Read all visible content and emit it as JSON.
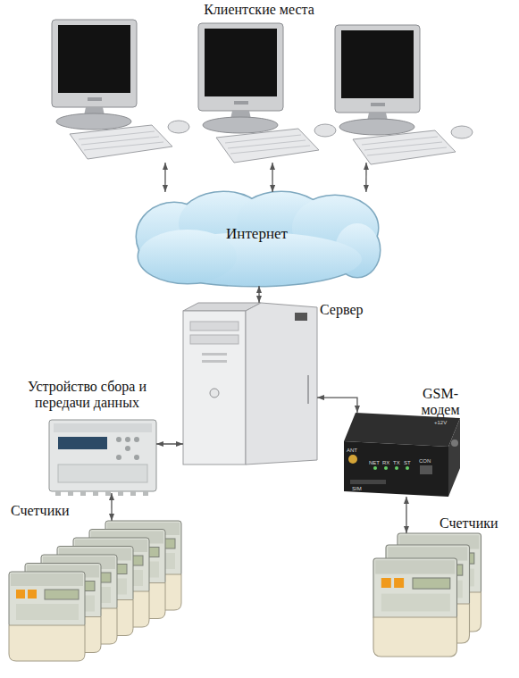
{
  "diagram": {
    "nodes": [
      {
        "text": [
          "Клиентские места"
        ]
      },
      {
        "text": [
          "Интернет"
        ]
      },
      {
        "text": [
          "Сервер"
        ]
      },
      {
        "text": [
          "Устройство сбора и передачи данных"
        ]
      },
      {
        "text": [
          "GSM-модем"
        ]
      },
      {
        "text": [
          "Счетчики"
        ]
      },
      {
        "text": [
          "Счетчики"
        ]
      }
    ],
    "edges": [
      {
        "from": 0,
        "to": 1,
        "arrow": "both"
      },
      {
        "from": 0,
        "to": 1,
        "arrow": "both"
      },
      {
        "from": 0,
        "to": 1,
        "arrow": "both"
      },
      {
        "from": 1,
        "to": 2,
        "arrow": "both"
      },
      {
        "from": 3,
        "to": 2,
        "arrow": "both"
      },
      {
        "from": 2,
        "to": 4,
        "arrow": "both"
      },
      {
        "from": 3,
        "to": 5,
        "arrow": "both"
      },
      {
        "from": 4,
        "to": 6,
        "arrow": "both"
      }
    ],
    "labels": [
      "ANT",
      "NET",
      "RX",
      "TX",
      "ST",
      "CON",
      "+12V",
      "SIM"
    ]
  }
}
